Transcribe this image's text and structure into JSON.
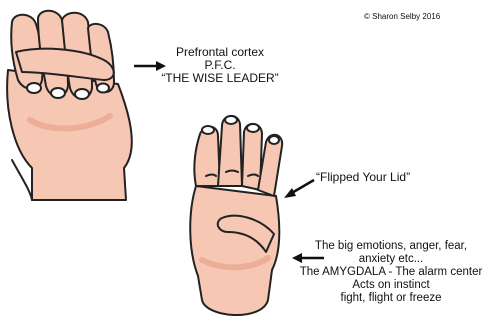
{
  "copyright": "© Sharon Selby 2016",
  "labels": {
    "pfc": [
      "Prefrontal cortex",
      "P.F.C.",
      "“THE WISE LEADER”"
    ],
    "flipped_lid": "“Flipped Your Lid”",
    "amygdala": [
      "The big emotions, anger, fear,",
      "anxiety etc...",
      "The  AMYGDALA - The alarm center",
      "Acts on instinct",
      "fight, flight or freeze"
    ]
  },
  "colors": {
    "skin": "#F6C7B3",
    "skin_shadow": "#EDAE98",
    "outline": "#222222",
    "arrow": "#111111"
  },
  "icons": [
    "fist-hand-icon",
    "open-hand-thumb-tucked-icon",
    "arrow-left-icon",
    "arrow-right-icon"
  ]
}
